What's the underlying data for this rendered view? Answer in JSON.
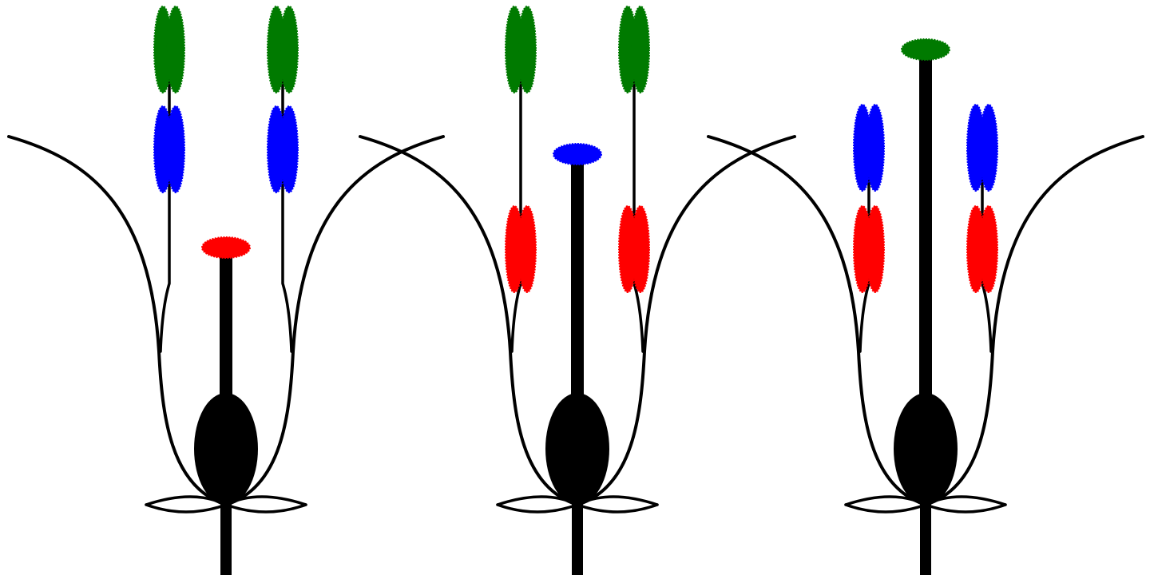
{
  "diagram": {
    "colors": {
      "structure": "#000000",
      "green": "#007a00",
      "blue": "#0000ff",
      "red": "#ff0000"
    },
    "flowers": [
      {
        "stigma_color": "#ff0000",
        "style_height": "short",
        "upper_anther_color": "#007a00",
        "lower_anther_color": "#0000ff"
      },
      {
        "stigma_color": "#0000ff",
        "style_height": "mid",
        "upper_anther_color": "#007a00",
        "lower_anther_color": "#ff0000"
      },
      {
        "stigma_color": "#007a00",
        "style_height": "long",
        "upper_anther_color": "#0000ff",
        "lower_anther_color": "#ff0000"
      }
    ]
  }
}
